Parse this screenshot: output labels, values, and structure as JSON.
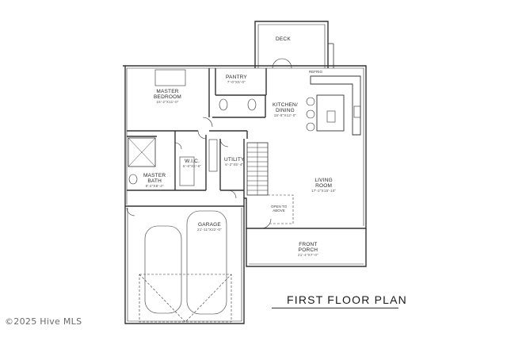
{
  "title": "FIRST FLOOR PLAN",
  "watermark": "©2025 Hive MLS",
  "rooms": {
    "deck": {
      "name": "DECK"
    },
    "pantry": {
      "name": "PANTRY",
      "size": "7'-0\"X5'-0\""
    },
    "refrig": {
      "name": "REFRIG"
    },
    "master_bedroom": {
      "name1": "MASTER",
      "name2": "BEDROOM",
      "size": "15'-2\"X11'-0\""
    },
    "kitchen_dining": {
      "name1": "KITCHEN/",
      "name2": "DINING",
      "size": "18'-8\"X12'-0\""
    },
    "wic": {
      "name": "W.I.C.",
      "size": "6'-6\"X5'-6\""
    },
    "utility": {
      "name": "UTILITY",
      "size": "6'-2\"X5'-4\""
    },
    "master_bath": {
      "name1": "MASTER",
      "name2": "BATH",
      "size": "8'-4\"X8'-4\""
    },
    "living_room": {
      "name1": "LIVING",
      "name2": "ROOM",
      "size": "17'-2\"X15'-10\""
    },
    "open_to_above": {
      "line1": "OPEN TO",
      "line2": "ABOVE"
    },
    "garage": {
      "name": "GARAGE",
      "size": "21'-11\"X22'-0\""
    },
    "front_porch": {
      "name1": "FRONT",
      "name2": "PORCH",
      "size": "21'-4\"X7'-0\""
    }
  },
  "colors": {
    "ink": "#333333",
    "background": "#ffffff"
  }
}
